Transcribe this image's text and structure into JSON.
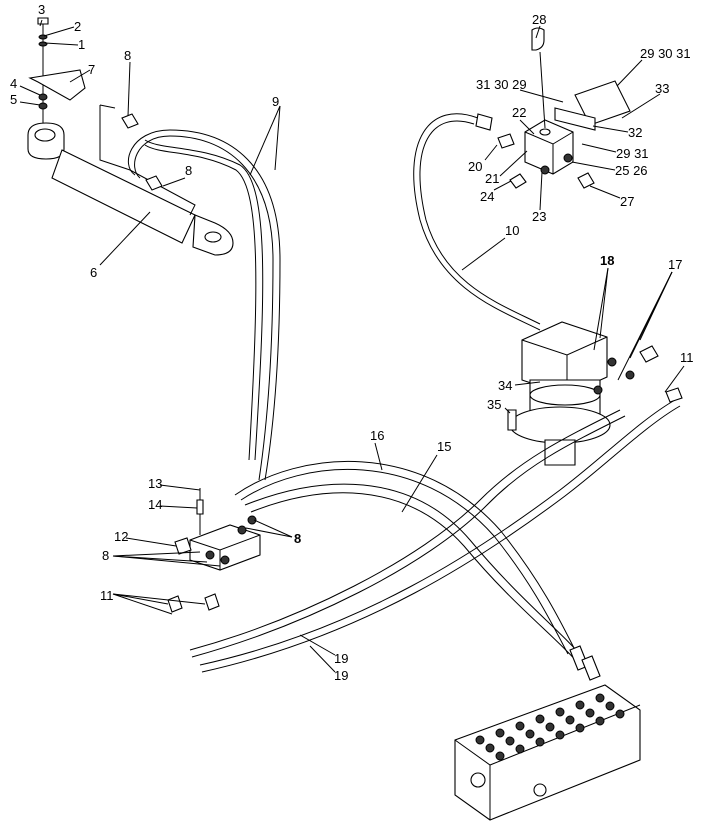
{
  "diagram": {
    "type": "exploded parts diagram",
    "callouts": [
      "3",
      "2",
      "1",
      "7",
      "4",
      "5",
      "8",
      "9",
      "6",
      "8",
      "28",
      "29 30 31",
      "31 30 29",
      "33",
      "22",
      "32",
      "20",
      "29 31",
      "21",
      "25 26",
      "24",
      "23",
      "27",
      "10",
      "18",
      "17",
      "11",
      "34",
      "35",
      "16",
      "15",
      "13",
      "14",
      "12",
      "8",
      "8",
      "11",
      "19",
      "19"
    ],
    "colors": {
      "line": "#000000",
      "background": "#ffffff"
    }
  }
}
